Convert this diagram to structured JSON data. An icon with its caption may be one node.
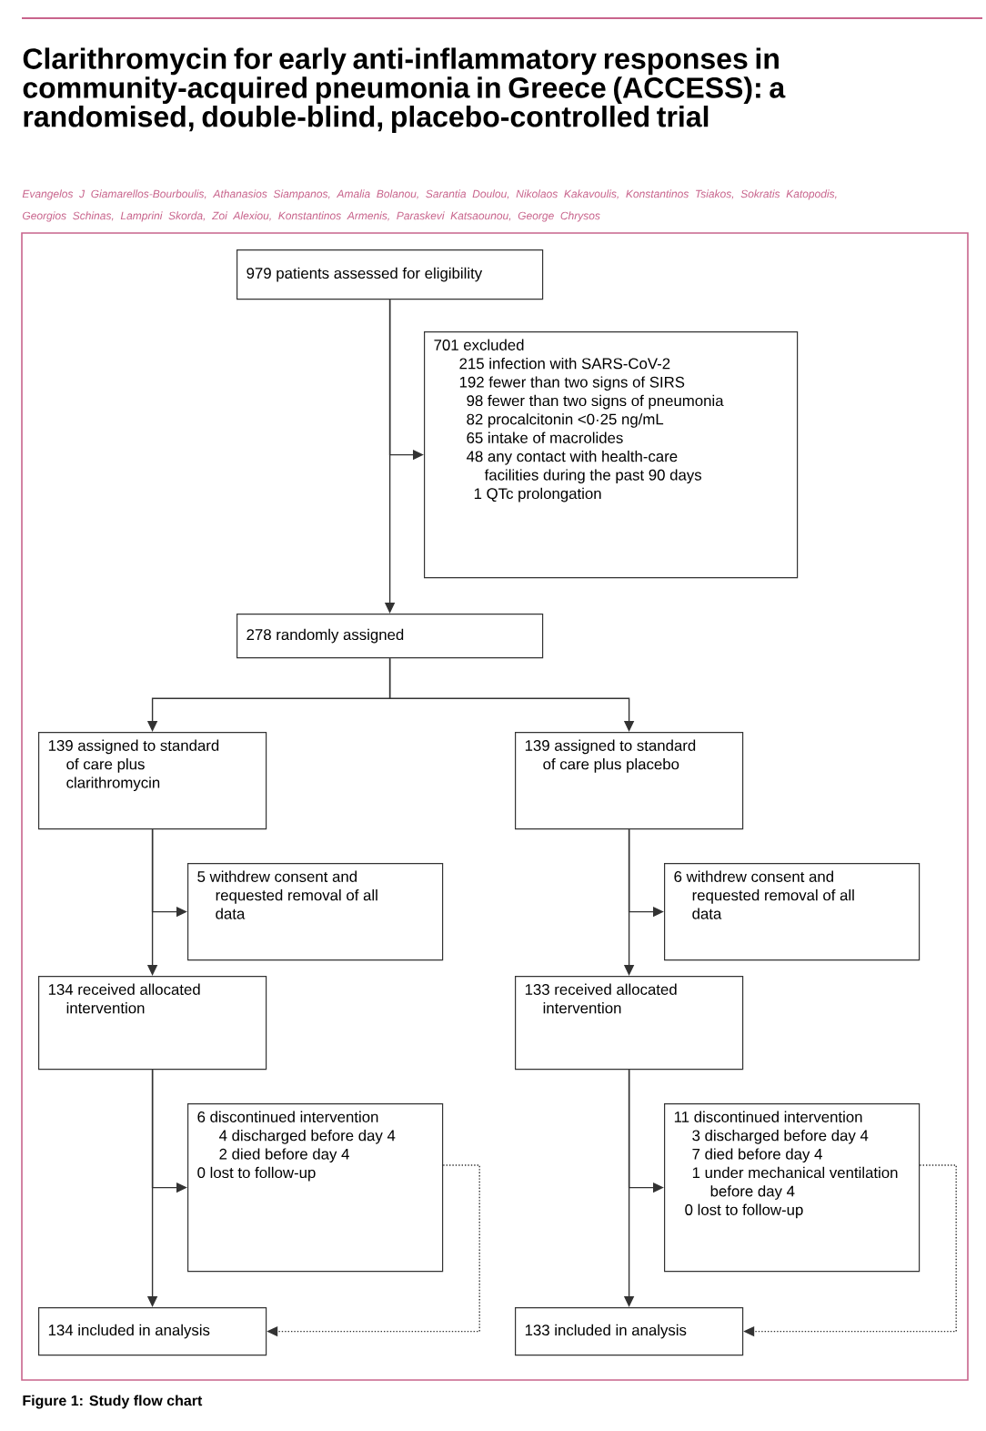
{
  "diagram": {
    "title": "Clarithromycin for early anti-inflammatory responses in community-acquired pneumonia in Greece (ACCESS): a randomised, double-blind, placebo-controlled trial",
    "caption": "Figure 1: Study flow chart",
    "labels": [
      "Evangelos J Giamarellos-Bourboulis, Athanasios Siampanos, Amalia Bolanou, Sarantia Doulou, Nikolaos Kakavoulis, Konstantinos Tsiakos, Sokratis Katopodis, Georgios Schinas, Lamprini Skorda, Zoi Alexiou, Konstantinos Armenis, Paraskevi Katsaounou, George Chrysos"
    ],
    "nodes": [
      {
        "text": [
          "979 patients assessed for eligibility"
        ]
      },
      {
        "text": [
          "701 excluded",
          "215 infection with SARS-CoV-2",
          "192 fewer than two signs of SIRS",
          "98 fewer than two signs of pneumonia",
          "82 procalcitonin <0·25 ng/mL",
          "65 intake of macrolides",
          "48 any contact with health-care facilities during the past 90 days",
          "1 QTc prolongation"
        ]
      },
      {
        "text": [
          "278 randomly assigned"
        ]
      },
      {
        "text": [
          "139 assigned to standard of care plus clarithromycin"
        ]
      },
      {
        "text": [
          "139 assigned to standard of care plus placebo"
        ]
      },
      {
        "text": [
          "5 withdrew consent and requested removal of all data"
        ]
      },
      {
        "text": [
          "6 withdrew consent and requested removal of all data"
        ]
      },
      {
        "text": [
          "134 received allocated intervention"
        ]
      },
      {
        "text": [
          "133 received allocated intervention"
        ]
      },
      {
        "text": [
          "6 discontinued intervention",
          "4 discharged before day 4",
          "2 died before day 4",
          "0 lost to follow-up"
        ]
      },
      {
        "text": [
          "11 discontinued intervention",
          "3 discharged before day 4",
          "7 died before day 4",
          "1 under mechanical ventilation before day 4",
          "0 lost to follow-up"
        ]
      },
      {
        "text": [
          "134 included in analysis"
        ]
      },
      {
        "text": [
          "133 included in analysis"
        ]
      }
    ],
    "edges": [
      {
        "from": 0,
        "to": 1,
        "arrow": "to"
      },
      {
        "from": 0,
        "to": 2,
        "arrow": "to"
      },
      {
        "from": 2,
        "to": 3,
        "arrow": "to"
      },
      {
        "from": 2,
        "to": 4,
        "arrow": "to"
      },
      {
        "from": 3,
        "to": 5,
        "arrow": "to"
      },
      {
        "from": 3,
        "to": 7,
        "arrow": "to"
      },
      {
        "from": 4,
        "to": 6,
        "arrow": "to"
      },
      {
        "from": 4,
        "to": 8,
        "arrow": "to"
      },
      {
        "from": 7,
        "to": 9,
        "arrow": "to"
      },
      {
        "from": 7,
        "to": 11,
        "arrow": "to"
      },
      {
        "from": 8,
        "to": 10,
        "arrow": "to"
      },
      {
        "from": 8,
        "to": 12,
        "arrow": "to"
      },
      {
        "from": 9,
        "to": 11,
        "arrow": "to",
        "style": "dashed"
      },
      {
        "from": 10,
        "to": 12,
        "arrow": "to",
        "style": "dashed"
      }
    ]
  }
}
